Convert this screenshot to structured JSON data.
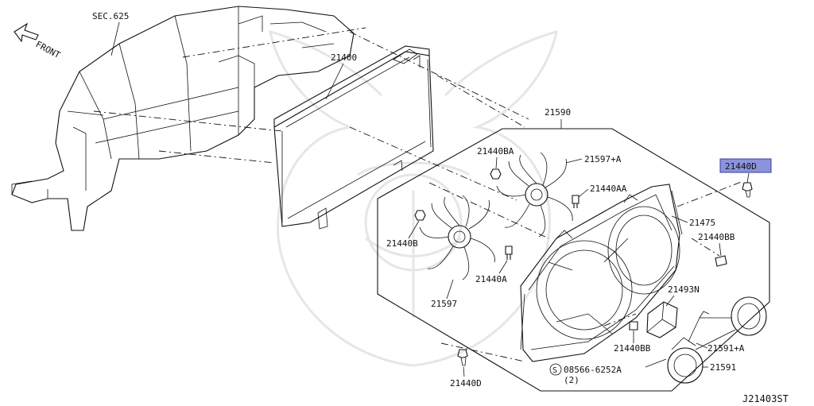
{
  "diagram": {
    "id_label": "J21403ST",
    "front_label": "FRONT",
    "highlight_color": "#8c93dd",
    "callouts": {
      "sec": "SEC.625",
      "radiator": "21400",
      "shroud_assy": "21590",
      "fan_ba": "21440BA",
      "fan_a_plus": "21597+A",
      "bolt_aa": "21440AA",
      "shroud": "21475",
      "bolt_bb_top": "21440BB",
      "nut_b": "21440B",
      "bolt_a": "21440A",
      "fan": "21597",
      "resistor": "21493N",
      "motor_a_plus": "21591+A",
      "bolt_bb_bottom": "21440BB",
      "screw": "08566-6252A",
      "screw_qty": "(2)",
      "motor": "21591",
      "bolt_d_bottom": "21440D",
      "bolt_d_highlight": "21440D"
    },
    "icons": {
      "screw_symbol": "circled-s-icon",
      "front_arrow": "front-arrow-icon"
    }
  }
}
